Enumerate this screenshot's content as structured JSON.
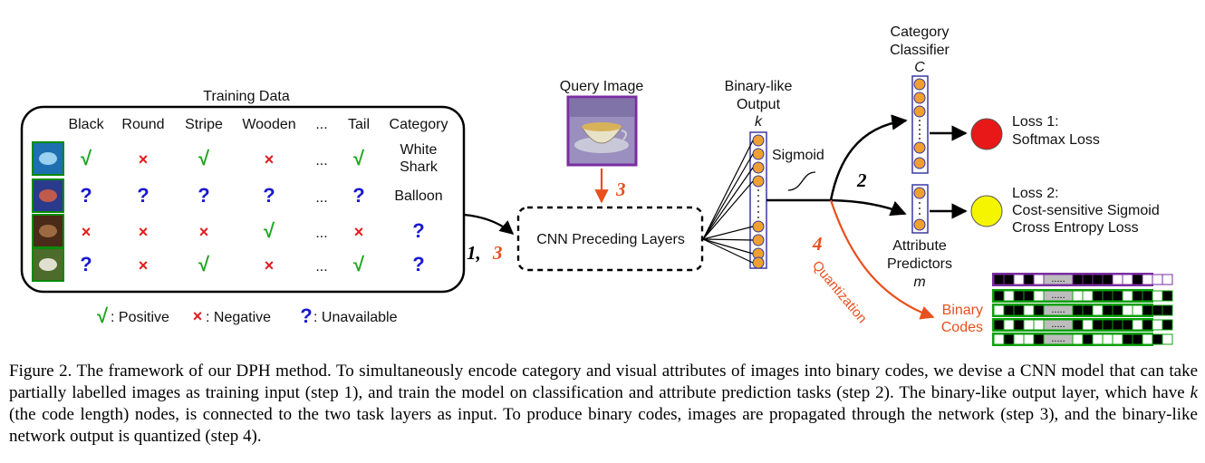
{
  "training": {
    "title": "Training Data",
    "columns": [
      "Black",
      "Round",
      "Stripe",
      "Wooden",
      "...",
      "Tail",
      "Category"
    ],
    "rows": [
      {
        "image": "white-shark-photo",
        "cells": [
          "pos",
          "neg",
          "pos",
          "neg",
          "...",
          "pos"
        ],
        "category": [
          "White",
          "Shark"
        ]
      },
      {
        "image": "balloon-photo",
        "cells": [
          "unk",
          "unk",
          "unk",
          "unk",
          "...",
          "unk"
        ],
        "category": [
          "Balloon"
        ]
      },
      {
        "image": "piano-photo",
        "cells": [
          "neg",
          "neg",
          "neg",
          "pos",
          "...",
          "neg"
        ],
        "category": [
          "?"
        ]
      },
      {
        "image": "zebra-photo",
        "cells": [
          "unk",
          "neg",
          "pos",
          "neg",
          "...",
          "pos"
        ],
        "category": [
          "?"
        ]
      }
    ],
    "symbols": {
      "pos": "√",
      "neg": "×",
      "unk": "?",
      "ellipsis": "..."
    }
  },
  "legend": {
    "positive": {
      "symbol": "√",
      "label": ": Positive"
    },
    "negative": {
      "symbol": "×",
      "label": ": Negative"
    },
    "unavailable": {
      "symbol": "?",
      "label": " : Unavailable"
    }
  },
  "query": {
    "title": "Query Image",
    "image": "cup-of-tea-photo"
  },
  "cnn": {
    "label": "CNN Preceding Layers"
  },
  "binary_output": {
    "title_line1": "Binary-like",
    "title_line2": "Output",
    "symbol": "k"
  },
  "sigmoid_label": "Sigmoid",
  "classifier": {
    "line1": "Category",
    "line2": "Classifier",
    "symbol": "C"
  },
  "attributes": {
    "line1": "Attribute",
    "line2": "Predictors",
    "symbol": "m"
  },
  "loss1": {
    "line1": "Loss 1:",
    "line2": "Softmax Loss",
    "color": "#e81818"
  },
  "loss2": {
    "line1": "Loss 2:",
    "line2": "Cost-sensitive Sigmoid",
    "line3": "Cross Entropy Loss",
    "color": "#f5f500"
  },
  "steps": {
    "s13": "1,",
    "s13b": "3",
    "s3": "3",
    "s2": "2",
    "s4": "4"
  },
  "quantization_label": "Quantization",
  "binary_codes": {
    "line1": "Binary",
    "line2": "Codes",
    "ellipsis": "....."
  },
  "colors": {
    "node": "#f0a030",
    "node_stroke": "#3a3aa0",
    "orange": "#e8501e",
    "query_border": "#7a2ea0",
    "code_green": "#0ea00e",
    "code_purple": "#7a2ea0"
  },
  "caption": {
    "parts": [
      "Figure 2. The framework of our DPH method. To simultaneously encode category and visual attributes of images into binary codes, we devise a CNN model that can take partially labelled images as training input (step 1), and train the model on classification and attribute prediction tasks (step 2). The binary-like output layer, which have ",
      "k",
      " (the code length) nodes, is connected to the two task layers as input. To produce binary codes, images are propagated through the network (step 3), and the binary-like network output is quantized (step 4)."
    ]
  }
}
